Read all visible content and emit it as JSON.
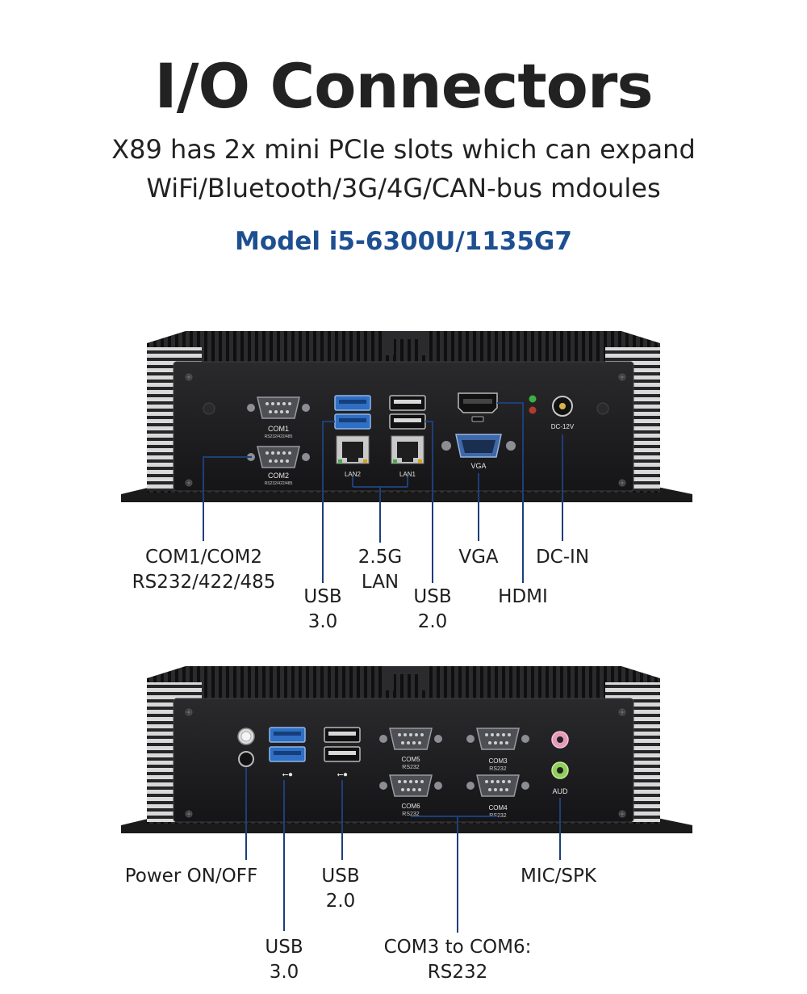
{
  "header": {
    "title": "I/O Connectors",
    "subtitle_line1": "X89 has 2x mini PCIe slots which can expand",
    "subtitle_line2": "WiFi/Bluetooth/3G/4G/CAN-bus mdoules",
    "model": "Model i5-6300U/1135G7"
  },
  "panel1": {
    "port_text": {
      "com1": "COM1",
      "com1_sub": "RS232/422/485",
      "com2": "COM2",
      "com2_sub": "RS232/422/485",
      "lan2": "LAN2",
      "lan1": "LAN1",
      "vga": "VGA",
      "dc": "DC-12V"
    },
    "callouts": {
      "com_line1": "COM1/COM2",
      "com_line2": "RS232/422/485",
      "usb3_line1": "USB",
      "usb3_line2": "3.0",
      "lan_line1": "2.5G",
      "lan_line2": "LAN",
      "usb2_line1": "USB",
      "usb2_line2": "2.0",
      "vga": "VGA",
      "hdmi": "HDMI",
      "dcin": "DC-IN"
    }
  },
  "panel2": {
    "port_text": {
      "com5": "COM5",
      "com5_sub": "RS232",
      "com3": "COM3",
      "com3_sub": "RS232",
      "com6": "COM6",
      "com6_sub": "RS232",
      "com4": "COM4",
      "com4_sub": "RS232",
      "aud": "AUD"
    },
    "callouts": {
      "power": "Power ON/OFF",
      "usb2_line1": "USB",
      "usb2_line2": "2.0",
      "mic": "MIC/SPK",
      "usb3_line1": "USB",
      "usb3_line2": "3.0",
      "com_line1": "COM3 to COM6:",
      "com_line2": "RS232"
    }
  },
  "colors": {
    "title": "#222222",
    "model": "#1d4f91",
    "chassis": "#1b1b1d",
    "usb3_blue": "#2f6fc4",
    "callout_line": "#1d3f7a"
  }
}
